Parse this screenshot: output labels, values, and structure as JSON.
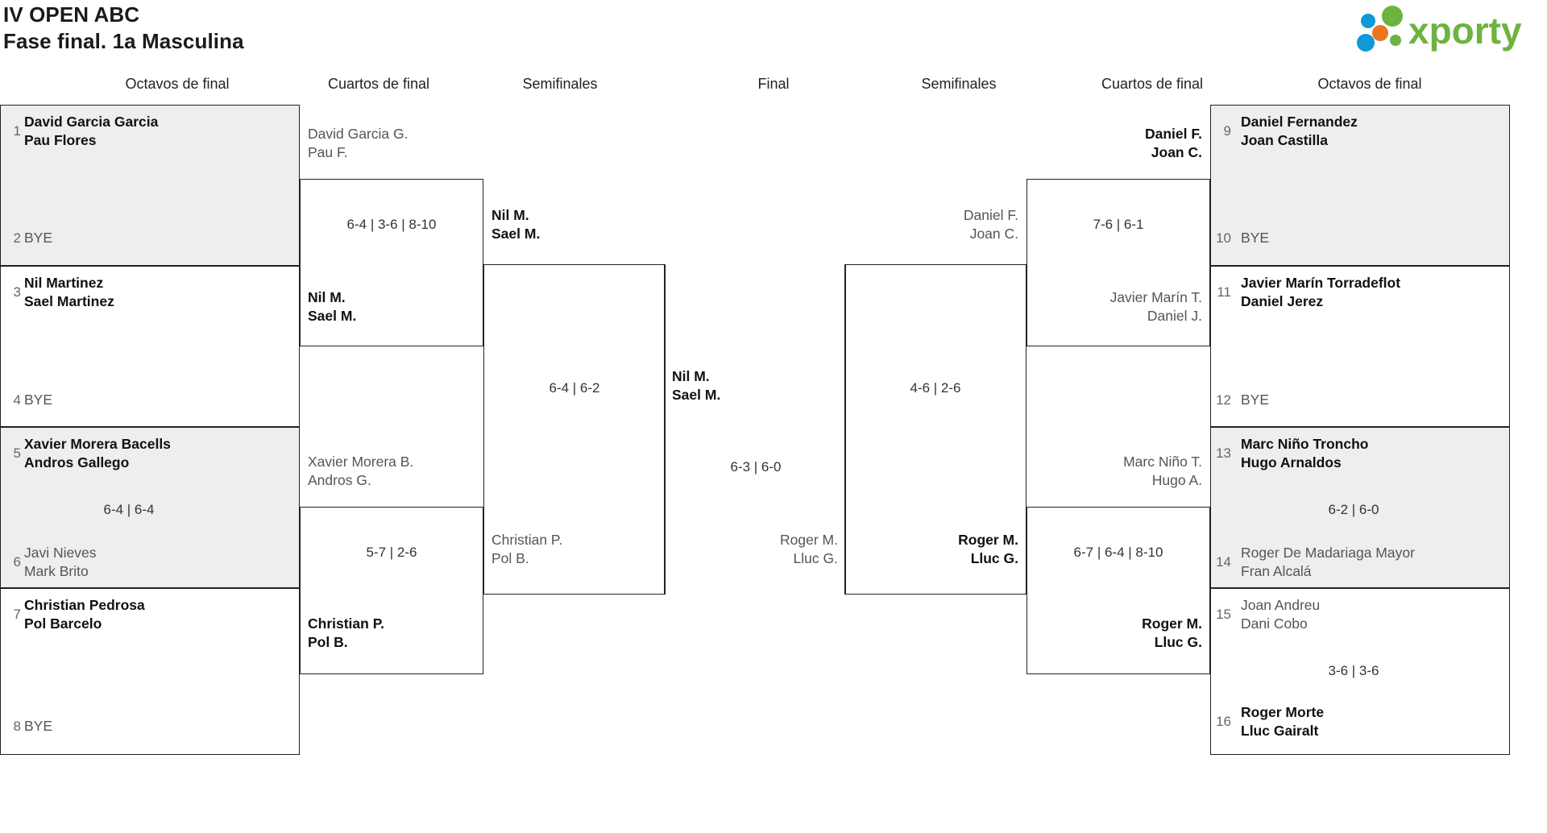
{
  "header": {
    "title_line1": "IV OPEN ABC",
    "title_line2": "Fase final. 1a Masculina",
    "logo_text": "xporty",
    "logo_colors": {
      "green": "#6cb33f",
      "blue": "#0e9ad8",
      "orange": "#e87722"
    }
  },
  "round_headers": {
    "left_r16": "Octavos de final",
    "left_qf": "Cuartos de final",
    "left_sf": "Semifinales",
    "final": "Final",
    "right_sf": "Semifinales",
    "right_qf": "Cuartos de final",
    "right_r16": "Octavos de final"
  },
  "chart_data": {
    "type": "bracket",
    "title": "IV OPEN ABC — Fase final. 1a Masculina",
    "rounds": [
      "Octavos de final",
      "Cuartos de final",
      "Semifinales",
      "Final"
    ],
    "size": 16
  },
  "left": {
    "r16": [
      {
        "seed": "1",
        "p1": "David Garcia Garcia",
        "p2": "Pau Flores",
        "state": "win"
      },
      {
        "seed": "2",
        "p1": "BYE",
        "p2": "",
        "state": "bye"
      },
      {
        "seed": "3",
        "p1": "Nil Martinez",
        "p2": "Sael Martinez",
        "state": "win"
      },
      {
        "seed": "4",
        "p1": "BYE",
        "p2": "",
        "state": "bye"
      },
      {
        "seed": "5",
        "p1": "Xavier Morera Bacells",
        "p2": "Andros Gallego",
        "state": "win"
      },
      {
        "seed": "6",
        "p1": "Javi Nieves",
        "p2": "Mark Brito",
        "state": "lose"
      },
      {
        "seed": "7",
        "p1": "Christian Pedrosa",
        "p2": "Pol Barcelo",
        "state": "win"
      },
      {
        "seed": "8",
        "p1": "BYE",
        "p2": "",
        "state": "bye"
      }
    ],
    "r16_scores": [
      "",
      "6-4 | 6-4",
      ""
    ],
    "qf": [
      {
        "p1": "David Garcia G.",
        "p2": "Pau F.",
        "state": "lose"
      },
      {
        "p1": "Nil M.",
        "p2": "Sael M.",
        "state": "win"
      },
      {
        "p1": "Xavier Morera B.",
        "p2": "Andros G.",
        "state": "lose"
      },
      {
        "p1": "Christian P.",
        "p2": "Pol B.",
        "state": "win"
      }
    ],
    "qf_scores": [
      "6-4 | 3-6 | 8-10",
      "5-7 | 2-6"
    ],
    "sf": [
      {
        "p1": "Nil M.",
        "p2": "Sael M.",
        "state": "win"
      },
      {
        "p1": "Christian P.",
        "p2": "Pol B.",
        "state": "lose"
      }
    ],
    "sf_score": "6-4 | 6-2",
    "finalist": {
      "p1": "Nil M.",
      "p2": "Sael M.",
      "state": "win"
    }
  },
  "final": {
    "score": "6-3 | 6-0"
  },
  "right": {
    "r16": [
      {
        "seed": "9",
        "p1": "Daniel Fernandez",
        "p2": "Joan Castilla",
        "state": "win"
      },
      {
        "seed": "10",
        "p1": "BYE",
        "p2": "",
        "state": "bye"
      },
      {
        "seed": "11",
        "p1": "Javier Marín Torradeflot",
        "p2": "Daniel Jerez",
        "state": "win"
      },
      {
        "seed": "12",
        "p1": "BYE",
        "p2": "",
        "state": "bye"
      },
      {
        "seed": "13",
        "p1": "Marc Niño Troncho",
        "p2": "Hugo Arnaldos",
        "state": "win"
      },
      {
        "seed": "14",
        "p1": "Roger De Madariaga Mayor",
        "p2": "Fran Alcalá",
        "state": "lose"
      },
      {
        "seed": "15",
        "p1": "Joan Andreu",
        "p2": "Dani Cobo",
        "state": "lose"
      },
      {
        "seed": "16",
        "p1": "Roger Morte",
        "p2": "Lluc Gairalt",
        "state": "win"
      }
    ],
    "r16_scores": [
      "6-2 | 6-0",
      "3-6 | 3-6"
    ],
    "qf": [
      {
        "p1": "Daniel F.",
        "p2": "Joan C.",
        "state": "win"
      },
      {
        "p1": "Javier Marín T.",
        "p2": "Daniel J.",
        "state": "lose"
      },
      {
        "p1": "Marc Niño T.",
        "p2": "Hugo A.",
        "state": "lose"
      },
      {
        "p1": "Roger M.",
        "p2": "Lluc G.",
        "state": "win"
      }
    ],
    "qf_scores": [
      "7-6 | 6-1",
      "6-7 | 6-4 | 8-10"
    ],
    "sf": [
      {
        "p1": "Daniel F.",
        "p2": "Joan C.",
        "state": "lose"
      },
      {
        "p1": "Roger M.",
        "p2": "Lluc G.",
        "state": "win"
      }
    ],
    "sf_score": "4-6 | 2-6",
    "finalist": {
      "p1": "Roger M.",
      "p2": "Lluc G.",
      "state": "lose"
    }
  }
}
